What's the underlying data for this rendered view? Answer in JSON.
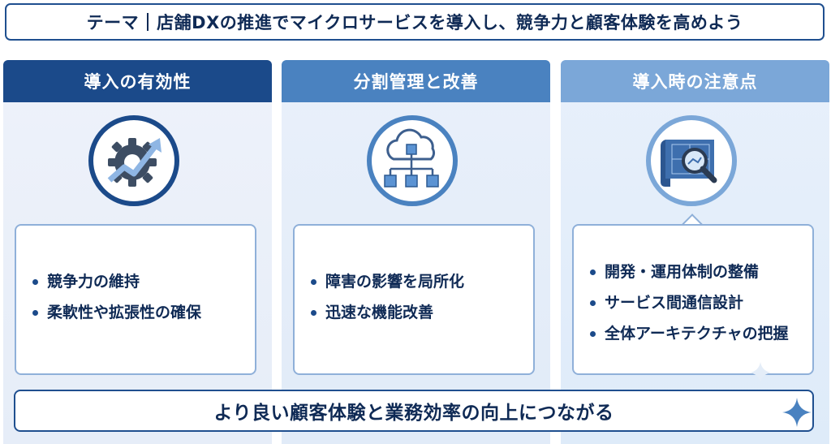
{
  "title": {
    "label": "テーマ",
    "text": "店舗DXの推進でマイクロサービスを導入し、競争力と顧客体験を高めよう"
  },
  "columns": [
    {
      "header": "導入の有効性",
      "icon": "gear-growth-icon",
      "items": [
        "競争力の維持",
        "柔軟性や拡張性の確保"
      ]
    },
    {
      "header": "分割管理と改善",
      "icon": "cloud-network-icon",
      "items": [
        "障害の影響を局所化",
        "迅速な機能改善"
      ]
    },
    {
      "header": "導入時の注意点",
      "icon": "blueprint-magnifier-icon",
      "items": [
        "開発・運用体制の整備",
        "サービス間通信設計",
        "全体アーキテクチャの把握"
      ]
    }
  ],
  "conclusion": "より良い顧客体験と業務効率の向上につながる",
  "colors": {
    "navy": "#1b4a8a",
    "mid_blue": "#4a82c0",
    "light_blue": "#7ba7d8",
    "text": "#0f2a55"
  }
}
